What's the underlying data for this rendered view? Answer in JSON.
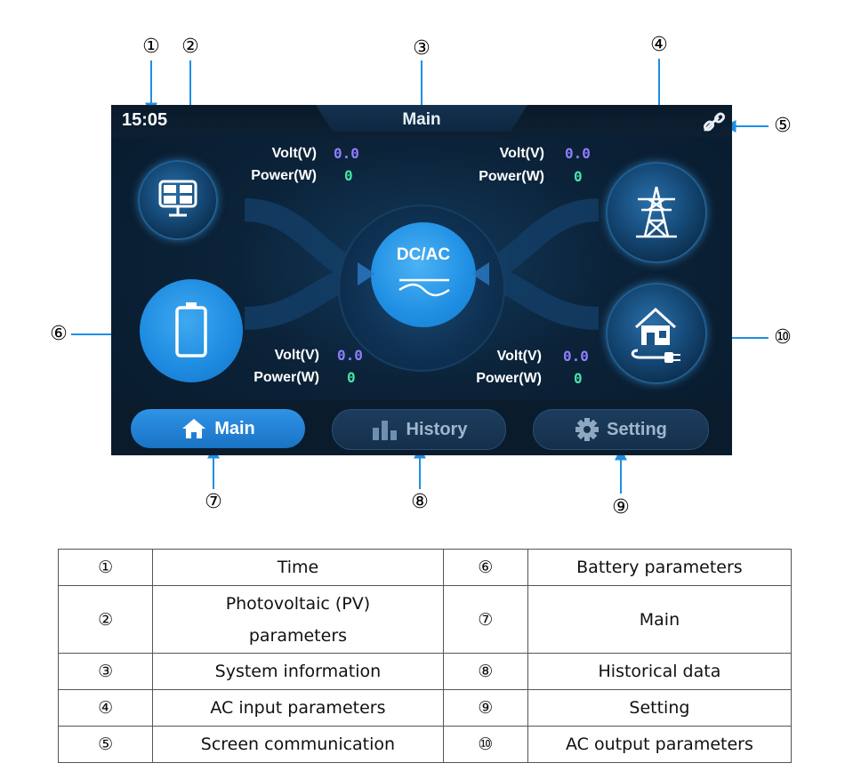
{
  "callouts": [
    "①",
    "②",
    "③",
    "④",
    "⑤",
    "⑥",
    "⑦",
    "⑧",
    "⑨",
    "⑩"
  ],
  "screen": {
    "time": "15:05",
    "title": "Main",
    "center_label": "DC/AC",
    "params": {
      "volt_label": "Volt(V)",
      "power_label": "Power(W)",
      "pv": {
        "volt": "0.0",
        "power": "0"
      },
      "grid": {
        "volt": "0.0",
        "power": "0"
      },
      "battery": {
        "volt": "0.0",
        "power": "0"
      },
      "load": {
        "volt": "0.0",
        "power": "0"
      }
    },
    "icons": {
      "pv": "solar-panel-icon",
      "grid": "power-tower-icon",
      "battery": "battery-icon",
      "load": "house-plug-icon",
      "link": "link-icon",
      "center": "dc-ac-inverter-icon"
    },
    "tabs": [
      {
        "label": "Main",
        "icon": "home-icon",
        "active": true
      },
      {
        "label": "History",
        "icon": "bar-chart-icon",
        "active": false
      },
      {
        "label": "Setting",
        "icon": "gear-icon",
        "active": false
      }
    ],
    "colors": {
      "volt_value": "#8f7dff",
      "power_value": "#45e3a7",
      "accent": "#1f8fe3"
    }
  },
  "legend": [
    {
      "n1": "①",
      "d1": "Time",
      "n2": "⑥",
      "d2": "Battery parameters"
    },
    {
      "n1": "②",
      "d1": "Photovoltaic (PV) parameters",
      "n2": "⑦",
      "d2": "Main"
    },
    {
      "n1": "③",
      "d1": "System information",
      "n2": "⑧",
      "d2": "Historical data"
    },
    {
      "n1": "④",
      "d1": "AC input parameters",
      "n2": "⑨",
      "d2": "Setting"
    },
    {
      "n1": "⑤",
      "d1": "Screen communication",
      "n2": "⑩",
      "d2": "AC output parameters"
    }
  ]
}
